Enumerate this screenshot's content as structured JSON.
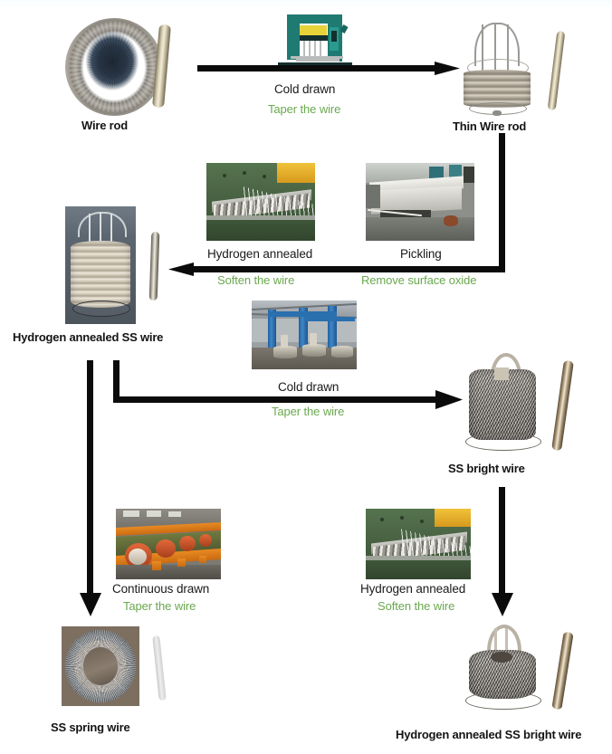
{
  "diagram": {
    "title": "Stainless steel wire manufacturing process flow",
    "accent_green": "#6aa84f",
    "arrow_color": "#0b0b0b",
    "background": "#ffffff"
  },
  "nodes": [
    {
      "id": "wire-rod",
      "label": "Wire rod"
    },
    {
      "id": "thin-wire-rod",
      "label": "Thin Wire rod"
    },
    {
      "id": "hydrogen-annealed-ss-wire",
      "label": "Hydrogen annealed SS wire"
    },
    {
      "id": "ss-bright-wire",
      "label": "SS bright wire"
    },
    {
      "id": "ss-spring-wire",
      "label": "SS spring wire"
    },
    {
      "id": "hydrogen-annealed-ss-bright-wire",
      "label": "Hydrogen annealed SS bright wire"
    }
  ],
  "steps": [
    {
      "id": "cold-drawn-1",
      "label": "Cold drawn",
      "sub": "Taper the wire"
    },
    {
      "id": "pickling",
      "label": "Pickling",
      "sub": "Remove surface oxide"
    },
    {
      "id": "hydrogen-annealed-1",
      "label": "Hydrogen annealed",
      "sub": "Soften the wire"
    },
    {
      "id": "cold-drawn-2",
      "label": "Cold drawn",
      "sub": "Taper the wire"
    },
    {
      "id": "continuous-drawn",
      "label": "Continuous drawn",
      "sub": "Taper the wire"
    },
    {
      "id": "hydrogen-annealed-2",
      "label": "Hydrogen annealed",
      "sub": "Soften the wire"
    }
  ],
  "photos": [
    {
      "id": "photo-drawing-press",
      "alt": "cold drawing press machine"
    },
    {
      "id": "photo-annealing-furnace-1",
      "alt": "hydrogen annealing furnace rollers"
    },
    {
      "id": "photo-pickling-line",
      "alt": "pickling tank line"
    },
    {
      "id": "photo-drawing-shop",
      "alt": "cold drawing workshop blue machines"
    },
    {
      "id": "photo-continuous-line",
      "alt": "continuous drawing line"
    },
    {
      "id": "photo-annealing-furnace-2",
      "alt": "hydrogen annealing furnace rollers"
    }
  ],
  "products": [
    {
      "id": "product-wire-rod-coil",
      "alt": "black wire rod coil"
    },
    {
      "id": "product-wire-rod-sample",
      "alt": "wire rod single strand sample"
    },
    {
      "id": "product-thin-wire-rod-spool",
      "alt": "thin wire rod coil on carrier"
    },
    {
      "id": "product-thin-wire-sample",
      "alt": "thin wire single strand sample"
    },
    {
      "id": "product-annealed-coil",
      "alt": "hydrogen annealed wire coil on carrier"
    },
    {
      "id": "product-annealed-sample",
      "alt": "annealed wire single strand sample"
    },
    {
      "id": "product-bright-coil",
      "alt": "SS bright wire coil on carrier"
    },
    {
      "id": "product-bright-sample",
      "alt": "bright wire single strand sample"
    },
    {
      "id": "product-spring-ring",
      "alt": "SS spring wire ring coil"
    },
    {
      "id": "product-spring-sample",
      "alt": "spring wire single strand sample"
    },
    {
      "id": "product-annealed-bright-coil",
      "alt": "hydrogen annealed SS bright wire coil on carrier"
    },
    {
      "id": "product-annealed-bright-sample",
      "alt": "annealed bright wire single strand sample"
    }
  ]
}
